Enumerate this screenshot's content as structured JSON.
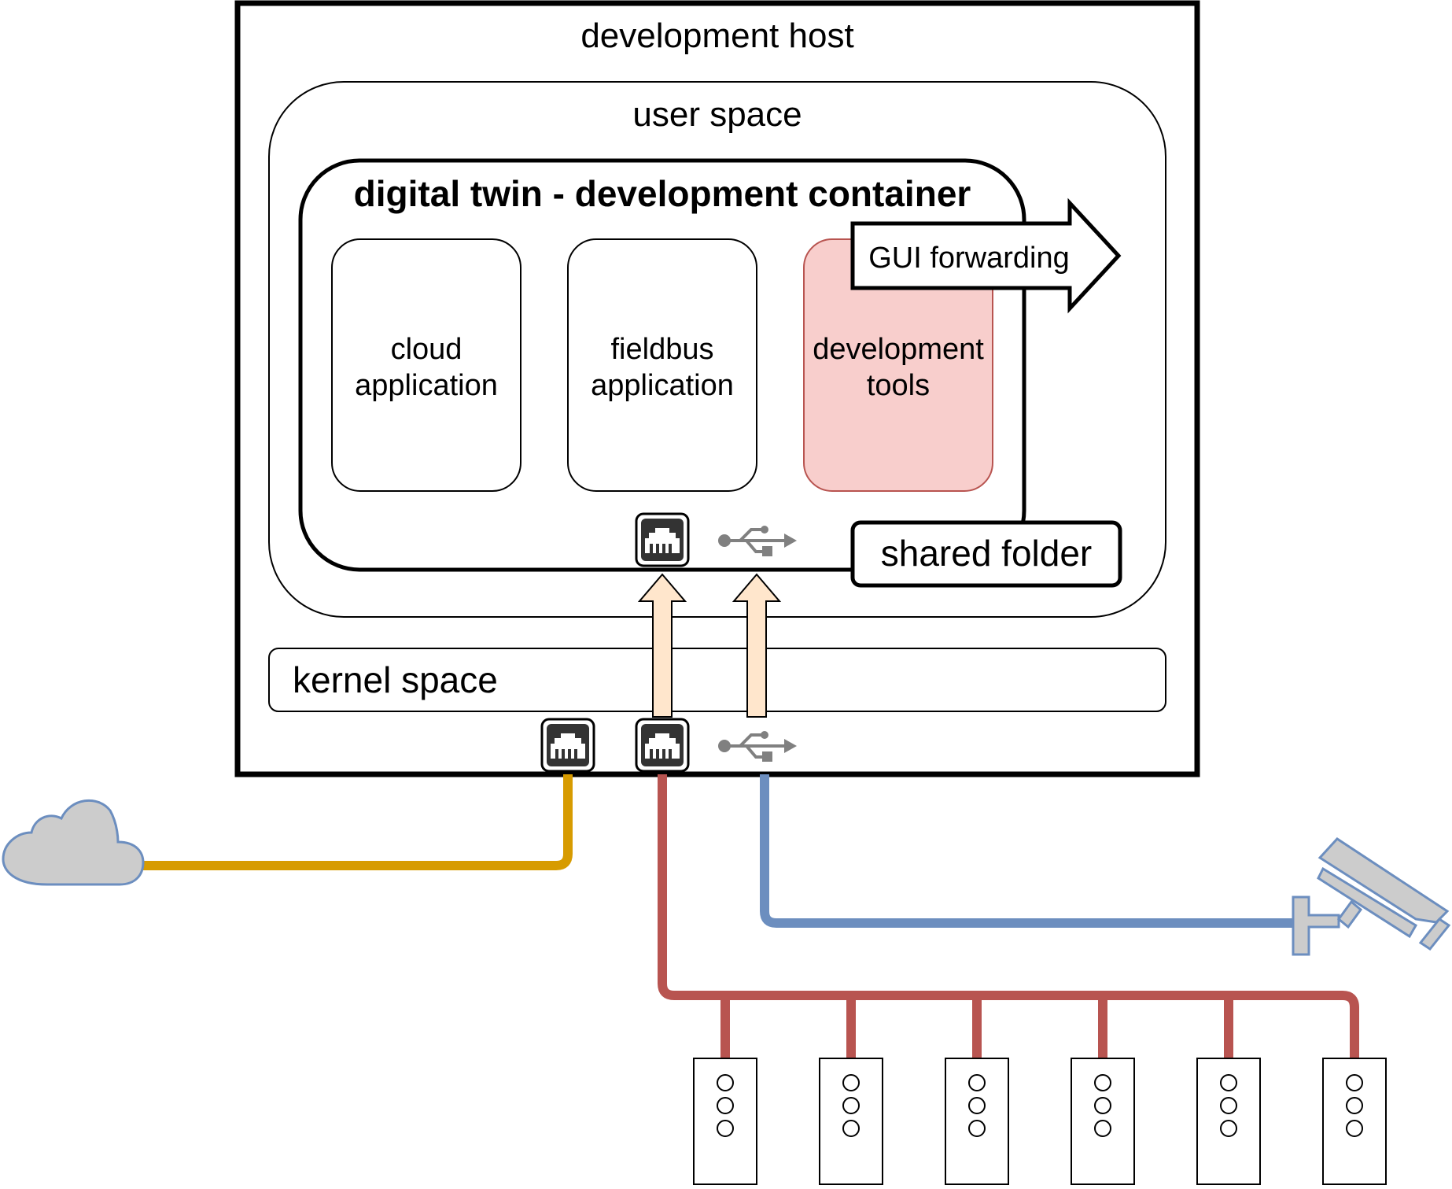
{
  "host": {
    "title": "development host"
  },
  "user_space": {
    "title": "user space"
  },
  "container": {
    "title": "digital twin - development container"
  },
  "apps": [
    {
      "line1": "cloud",
      "line2": "application",
      "fill": "#ffffff",
      "stroke": "#000000"
    },
    {
      "line1": "fieldbus",
      "line2": "application",
      "fill": "#ffffff",
      "stroke": "#000000"
    },
    {
      "line1": "development",
      "line2": "tools",
      "fill": "#f8cecc",
      "stroke": "#b85450"
    }
  ],
  "gui_forwarding": {
    "label": "GUI forwarding"
  },
  "shared_folder": {
    "label": "shared folder"
  },
  "kernel_space": {
    "title": "kernel space"
  },
  "colors": {
    "cloud_line": "#d79b00",
    "fieldbus_line": "#b85450",
    "usb_line": "#6c8ebf",
    "arrow_fill": "#ffe6cc",
    "cloud_fill": "#cccccc",
    "cloud_stroke": "#6c8ebf",
    "icon_gray": "#808080"
  },
  "icons": {
    "ethernet": "ethernet-port-icon",
    "usb": "usb-icon",
    "cloud": "cloud-icon",
    "camera": "camera-icon",
    "device": "fieldbus-device-icon"
  },
  "fieldbus_device_count": 6
}
